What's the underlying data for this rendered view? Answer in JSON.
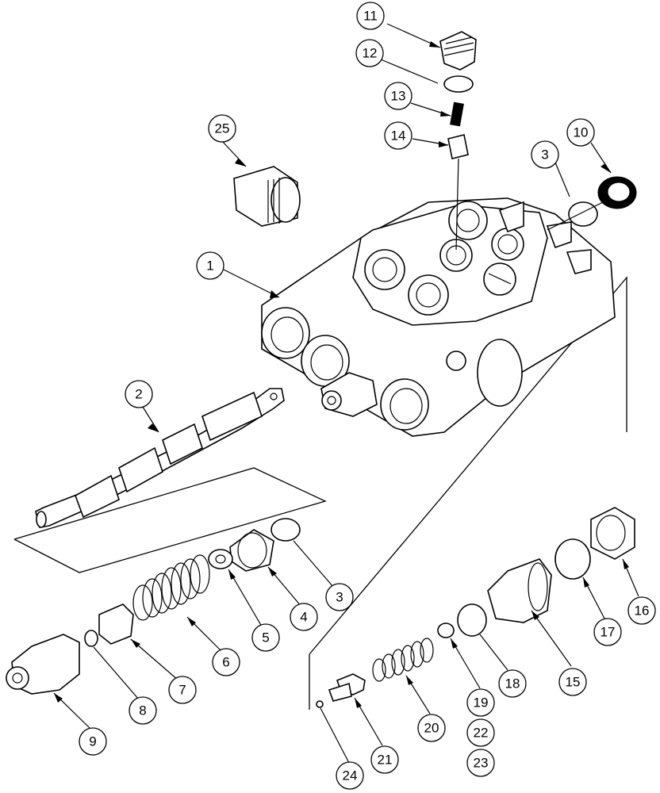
{
  "callouts": [
    {
      "id": "1",
      "label": "1"
    },
    {
      "id": "2",
      "label": "2"
    },
    {
      "id": "3a",
      "label": "3"
    },
    {
      "id": "3b",
      "label": "3"
    },
    {
      "id": "4",
      "label": "4"
    },
    {
      "id": "5",
      "label": "5"
    },
    {
      "id": "6",
      "label": "6"
    },
    {
      "id": "7",
      "label": "7"
    },
    {
      "id": "8",
      "label": "8"
    },
    {
      "id": "9",
      "label": "9"
    },
    {
      "id": "10",
      "label": "10"
    },
    {
      "id": "11",
      "label": "11"
    },
    {
      "id": "12",
      "label": "12"
    },
    {
      "id": "13",
      "label": "13"
    },
    {
      "id": "14",
      "label": "14"
    },
    {
      "id": "15",
      "label": "15"
    },
    {
      "id": "16",
      "label": "16"
    },
    {
      "id": "17",
      "label": "17"
    },
    {
      "id": "18",
      "label": "18"
    },
    {
      "id": "19",
      "label": "19"
    },
    {
      "id": "20",
      "label": "20"
    },
    {
      "id": "21",
      "label": "21"
    },
    {
      "id": "22",
      "label": "22"
    },
    {
      "id": "23",
      "label": "23"
    },
    {
      "id": "24",
      "label": "24"
    },
    {
      "id": "25",
      "label": "25"
    }
  ]
}
